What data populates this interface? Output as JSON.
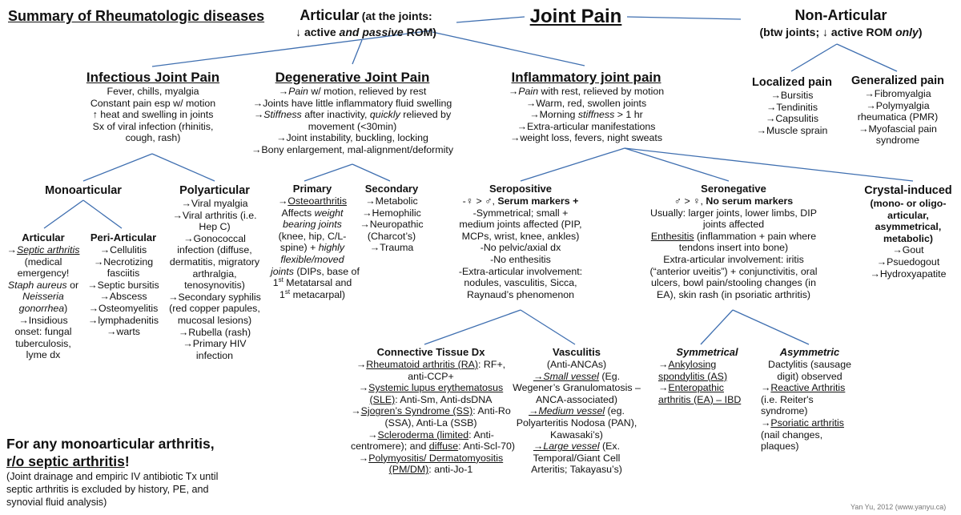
{
  "summary_title": "Summary of Rheumatologic diseases",
  "joint_pain": "Joint Pain",
  "articular": {
    "title": "Articular",
    "paren": "(at the joints:",
    "rom_pre": "↓ active ",
    "rom_italic": "and passive",
    "rom_post": " ROM)"
  },
  "non_articular": {
    "title": "Non-Articular",
    "rom_pre": "(btw joints; ↓ active ROM ",
    "rom_italic": "only",
    "rom_post": ")"
  },
  "infectious": {
    "title": "Infectious Joint Pain",
    "lines": [
      "Fever, chills, myalgia",
      "Constant pain esp w/ motion",
      "↑ heat and swelling in joints",
      "Sx of viral infection (rhinitis,",
      "cough, rash)"
    ]
  },
  "degenerative": {
    "title": "Degenerative Joint Pain",
    "l1_a": "→",
    "l1_b": "Pain",
    "l1_c": " w/ motion, relieved by rest",
    "l2": "→Joints have little inflammatory fluid swelling",
    "l3_a": "→",
    "l3_b": "Stiffness",
    "l3_c": " after inactivity,  ",
    "l3_d": "quickly",
    "l3_e": " relieved by",
    "l4": "movement (<30min)",
    "l5": "→Joint instability, buckling, locking",
    "l6": "→Bony enlargement, mal-alignment/deformity"
  },
  "inflammatory": {
    "title": "Inflammatory joint pain",
    "l1_a": "→",
    "l1_b": "Pain",
    "l1_c": " with rest, relieved by motion",
    "l2": "→Warm, red, swollen joints",
    "l3_a": "→Morning ",
    "l3_b": "stiffness",
    "l3_c": " > 1 hr",
    "l4": "→Extra-articular manifestations",
    "l5": "→weight loss, fevers, night sweats"
  },
  "localized": {
    "title": "Localized pain",
    "items": [
      "→Bursitis",
      "→Tendinitis",
      "→Capsulitis",
      "→Muscle sprain"
    ]
  },
  "generalized": {
    "title": "Generalized pain",
    "items": [
      "→Fibromyalgia",
      "→Polymyalgia",
      "rheumatica (PMR)",
      "→Myofascial pain",
      "syndrome"
    ]
  },
  "monoarticular": {
    "title": "Monoarticular"
  },
  "polyarticular": {
    "title": "Polyarticular",
    "lines": [
      "→Viral myalgia",
      "→Viral arthritis (i.e.",
      "Hep C)",
      "→Gonococcal",
      "infection (diffuse,",
      "dermatitis, migratory",
      "arthralgia,",
      "tenosynovitis)",
      "→Secondary syphilis",
      "(red copper papules,",
      "mucosal lesions)",
      "→Rubella (rash)",
      "→Primary HIV",
      "infection"
    ]
  },
  "articular_sub": {
    "title": "Articular",
    "l1_a": "→",
    "l1_b": "Septic arthritis",
    "l2": "(medical",
    "l3": "emergency!",
    "l4_a": "Staph aureus",
    "l4_b": " or",
    "l5": "Neisseria",
    "l6": "gonorrhea",
    "l6_b": ")",
    "l7": "→Insidious",
    "l8": "onset: fungal",
    "l9": "tuberculosis,",
    "l10": "lyme dx"
  },
  "periarticular": {
    "title": "Peri-Articular",
    "lines": [
      "→Cellulitis",
      "→Necrotizing",
      "fasciitis",
      "→Septic bursitis",
      "→Abscess",
      "→Osteomyelitis",
      "→lymphadenitis",
      "→warts"
    ]
  },
  "primary": {
    "title": "Primary",
    "l1_a": "→",
    "l1_b": "Osteoarthritis",
    "l2_a": "Affects ",
    "l2_b": "weight",
    "l3": "bearing joints",
    "l4": "(knee, hip, C/L-",
    "l5_a": "spine)  + ",
    "l5_b": "highly",
    "l6": "flexible/moved",
    "l7_a": "joints",
    "l7_b": " (DIPs, base of",
    "l8_a": "1",
    "l8_sup": "st",
    "l8_b": " Metatarsal and",
    "l9_a": "1",
    "l9_sup": "st",
    "l9_b": " metacarpal)"
  },
  "secondary": {
    "title": "Secondary",
    "lines": [
      "→Metabolic",
      "→Hemophilic",
      "→Neuropathic",
      "(Charcot’s)",
      "→Trauma"
    ]
  },
  "seropositive": {
    "title": "Seropositive",
    "l1_a": "-♀ > ♂, ",
    "l1_b": "Serum markers +",
    "lines": [
      "-Symmetrical; small +",
      "medium joints affected (PIP,",
      "MCPs, wrist, knee, ankles)",
      "-No pelvic/axial dx",
      "-No enthesitis",
      "-Extra-articular involvement:",
      "nodules, vasculitis, Sicca,",
      "Raynaud’s phenomenon"
    ]
  },
  "seronegative": {
    "title": "Seronegative",
    "l1_a": "♂ > ♀, ",
    "l1_b": "No serum markers",
    "l2": "Usually: larger joints, lower limbs, DIP",
    "l3": "joints affected",
    "l4_a": "Enthesitis",
    "l4_b": " (inflammation + pain where",
    "l5": "tendons insert into bone)",
    "l6": "Extra-articular involvement: iritis",
    "l7": "(“anterior uveitis”) + conjunctivitis, oral",
    "l8": "ulcers, bowl pain/stooling changes (in",
    "l9": "EA), skin rash (in psoriatic arthritis)"
  },
  "crystal": {
    "title": "Crystal-induced",
    "sub": [
      "(mono- or oligo-",
      "articular,",
      "asymmetrical,",
      "metabolic)"
    ],
    "items": [
      "→Gout",
      "→Psuedogout",
      "→Hydroxyapatite"
    ]
  },
  "connective": {
    "title": "Connective Tissue Dx",
    "l1_a": "→",
    "l1_b": "Rheumatoid arthritis (RA)",
    "l1_c": ": RF+,",
    "l2": "anti-CCP+",
    "l3_a": "→",
    "l3_b": "Systemic lupus erythematosus",
    "l4_a": "(SLE)",
    "l4_b": ": Anti-Sm, Anti-dsDNA",
    "l5_a": "→",
    "l5_b": "Sjogren’s Syndrome (SS)",
    "l5_c": ": Anti-Ro",
    "l6": "(SSA), Anti-La (SSB)",
    "l7_a": "→",
    "l7_b": "Scleroderma (",
    "l7_c": "limited",
    "l7_d": ": Anti-",
    "l8_a": "centromere); and ",
    "l8_b": "diffuse",
    "l8_c": ": Anti-Scl-70)",
    "l9_a": "→",
    "l9_b": "Polymyositis/ Dermatomyositis",
    "l10_a": "(PM/DM)",
    "l10_b": ": anti-Jo-1"
  },
  "vasculitis": {
    "title": "Vasculitis",
    "l1": "(Anti-ANCAs)",
    "l2_a": "→Small vessel",
    "l2_b": " (Eg.",
    "l3": "Wegener’s Granulomatosis –",
    "l4": "ANCA-associated)",
    "l5_a": "→Medium vessel",
    "l5_b": " (eg.",
    "l6": "Polyarteritis Nodosa (PAN),",
    "l7": "Kawasaki’s)",
    "l8_a": "→Large vessel",
    "l8_b": " (Ex.",
    "l9": "Temporal/Giant Cell",
    "l10": "Arteritis; Takayasu’s)"
  },
  "symmetrical": {
    "title": "Symmetrical",
    "l1_a": "→",
    "l1_b": "Ankylosing",
    "l2": "spondylitis (AS)",
    "l3_a": "→",
    "l3_b": "Enteropathic",
    "l4": "arthritis (EA) – IBD"
  },
  "asymmetric": {
    "title": "Asymmetric",
    "l1": "Dactylitis (sausage",
    "l2": "digit) observed",
    "l3_a": "→",
    "l3_b": "Reactive Arthritis",
    "l4": "(i.e. Reiter's",
    "l5": "syndrome)",
    "l6_a": "→",
    "l6_b": "Psoriatic arthritis",
    "l7": "(nail changes,",
    "l8": "plaques)"
  },
  "note": {
    "l1": "For any monoarticular arthritis,",
    "l2_a": "r/o septic arthritis",
    "l2_b": "!",
    "l3": "(Joint drainage and empiric IV antibiotic Tx until",
    "l4": "septic arthritis is excluded by history, PE, and",
    "l5": "synovial fluid analysis)"
  },
  "credit": "Yan Yu, 2012 (www.yanyu.ca)",
  "colors": {
    "connector": "#3f6fb0",
    "text": "#111111"
  }
}
